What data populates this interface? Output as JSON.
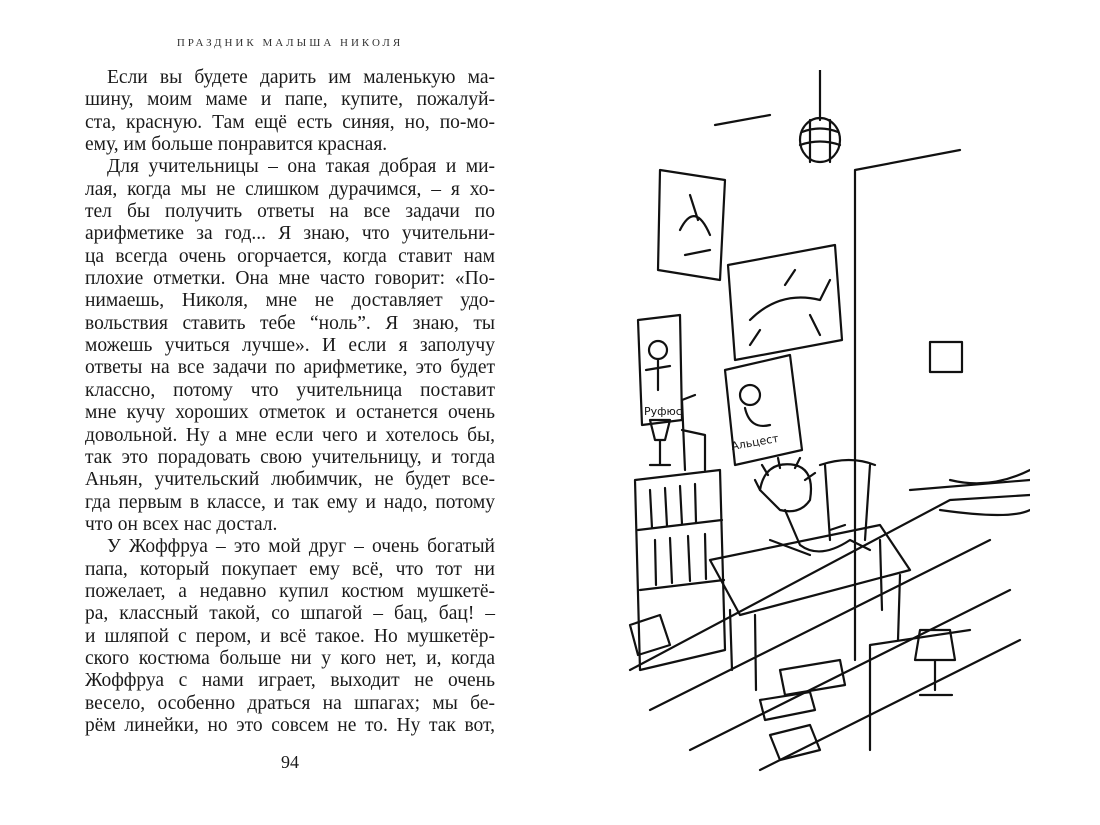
{
  "header": "ПРАЗДНИК МАЛЫША НИКОЛЯ",
  "page_number": "94",
  "lines": [
    {
      "text": "Если вы будете дарить им маленькую ма-",
      "indent": true,
      "last": false
    },
    {
      "text": "шину, моим маме и папе, купите, пожалуй-",
      "indent": false,
      "last": false
    },
    {
      "text": "ста, красную. Там ещё есть синяя, но, по-мо-",
      "indent": false,
      "last": false
    },
    {
      "text": "ему, им больше понравится красная.",
      "indent": false,
      "last": true
    },
    {
      "text": "Для учительницы – она такая добрая и ми-",
      "indent": true,
      "last": false
    },
    {
      "text": "лая, когда мы не слишком дурачимся, – я хо-",
      "indent": false,
      "last": false
    },
    {
      "text": "тел бы получить ответы на все задачи по",
      "indent": false,
      "last": false
    },
    {
      "text": "арифметике за год... Я знаю, что учительни-",
      "indent": false,
      "last": false
    },
    {
      "text": "ца всегда очень огорчается, когда ставит нам",
      "indent": false,
      "last": false
    },
    {
      "text": "плохие отметки. Она мне часто говорит: «По-",
      "indent": false,
      "last": false
    },
    {
      "text": "нимаешь, Николя, мне не доставляет удо-",
      "indent": false,
      "last": false
    },
    {
      "text": "вольствия ставить тебе “ноль”. Я знаю, ты",
      "indent": false,
      "last": false
    },
    {
      "text": "можешь учиться лучше». И если я заполучу",
      "indent": false,
      "last": false
    },
    {
      "text": "ответы на все задачи по арифметике, это будет",
      "indent": false,
      "last": false
    },
    {
      "text": "классно, потому что учительница поставит",
      "indent": false,
      "last": false
    },
    {
      "text": "мне кучу хороших отметок и останется очень",
      "indent": false,
      "last": false
    },
    {
      "text": "довольной. Ну а мне если чего и хотелось бы,",
      "indent": false,
      "last": false
    },
    {
      "text": "так это порадовать свою учительницу, и тогда",
      "indent": false,
      "last": false
    },
    {
      "text": "Аньян, учительский любимчик, не будет все-",
      "indent": false,
      "last": false
    },
    {
      "text": "гда первым в классе, и так ему и надо, потому",
      "indent": false,
      "last": false
    },
    {
      "text": "что он всех нас достал.",
      "indent": false,
      "last": true
    },
    {
      "text": "У Жоффруа – это мой друг – очень богатый",
      "indent": true,
      "last": false
    },
    {
      "text": "папа, который покупает ему всё, что тот ни",
      "indent": false,
      "last": false
    },
    {
      "text": "пожелает, а недавно купил костюм мушкетё-",
      "indent": false,
      "last": false
    },
    {
      "text": "ра, классный такой, со шпагой – бац, бац! –",
      "indent": false,
      "last": false
    },
    {
      "text": "и шляпой с пером, и всё такое. Но мушкетёр-",
      "indent": false,
      "last": false
    },
    {
      "text": "ского костюма больше ни у кого нет, и, когда",
      "indent": false,
      "last": false
    },
    {
      "text": "Жоффруа с нами играет, выходит не очень",
      "indent": false,
      "last": false
    },
    {
      "text": "весело, особенно драться на шпагах; мы бе-",
      "indent": false,
      "last": false
    },
    {
      "text": "рём линейки, но это совсем не то. Ну так вот,",
      "indent": false,
      "last": false
    }
  ],
  "illustration": {
    "poster_labels": [
      "Руфюс",
      "Альцест"
    ]
  }
}
